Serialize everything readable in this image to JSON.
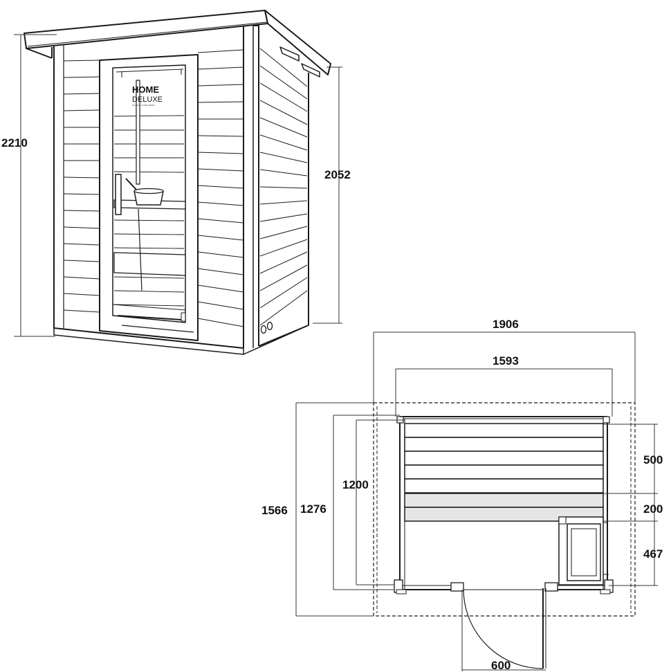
{
  "colors": {
    "line": "#1a1a1a",
    "thin_line": "#333333",
    "bench_fill": "#e6e6e6",
    "background": "#ffffff"
  },
  "logo": {
    "line1": "HOME",
    "line2": "DELUXE",
    "tagline": "SAUNAS & WELLNESS"
  },
  "dimensions": {
    "total_height": "2210",
    "wall_height": "2052",
    "outer_width": "1906",
    "inner_width": "1593",
    "outer_depth": "1566",
    "depth_1276": "1276",
    "depth_1200": "1200",
    "bench_upper": "500",
    "bench_lower": "200",
    "heater": "467",
    "door_width": "600"
  }
}
